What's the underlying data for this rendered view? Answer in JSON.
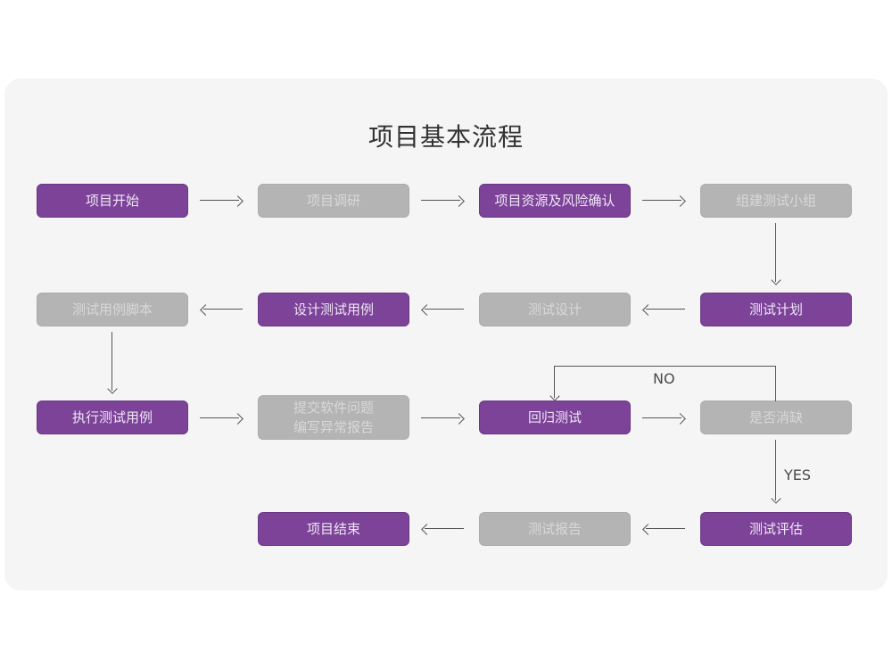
{
  "canvas": {
    "background": "#ffffff",
    "card_background": "#f5f5f5",
    "accent_purple": "#7c4399",
    "muted_gray": "#b4b4b4",
    "arrow_color": "#565656"
  },
  "title": "项目基本流程",
  "nodes": {
    "project_start": "项目开始",
    "project_research": "项目调研",
    "resource_risk_confirm": "项目资源及风险确认",
    "build_test_team": "组建测试小组",
    "test_plan": "测试计划",
    "test_design": "测试设计",
    "design_test_cases": "设计测试用例",
    "test_case_scripts": "测试用例脚本",
    "execute_test_cases": "执行测试用例",
    "submit_defect_report": "提交软件问题\n编写异常报告",
    "regression_test": "回归测试",
    "defect_cleared": "是否消缺",
    "test_evaluation": "测试评估",
    "test_report": "测试报告",
    "project_end": "项目结束"
  },
  "edge_labels": {
    "no": "NO",
    "yes": "YES"
  },
  "flow": {
    "row1": [
      "项目开始",
      "项目调研",
      "项目资源及风险确认",
      "组建测试小组"
    ],
    "row2": [
      "测试用例脚本",
      "设计测试用例",
      "测试设计",
      "测试计划"
    ],
    "row3": [
      "执行测试用例",
      "提交软件问题\n编写异常报告",
      "回归测试",
      "是否消缺"
    ],
    "row4": [
      "项目结束",
      "测试报告",
      "测试评估"
    ]
  }
}
